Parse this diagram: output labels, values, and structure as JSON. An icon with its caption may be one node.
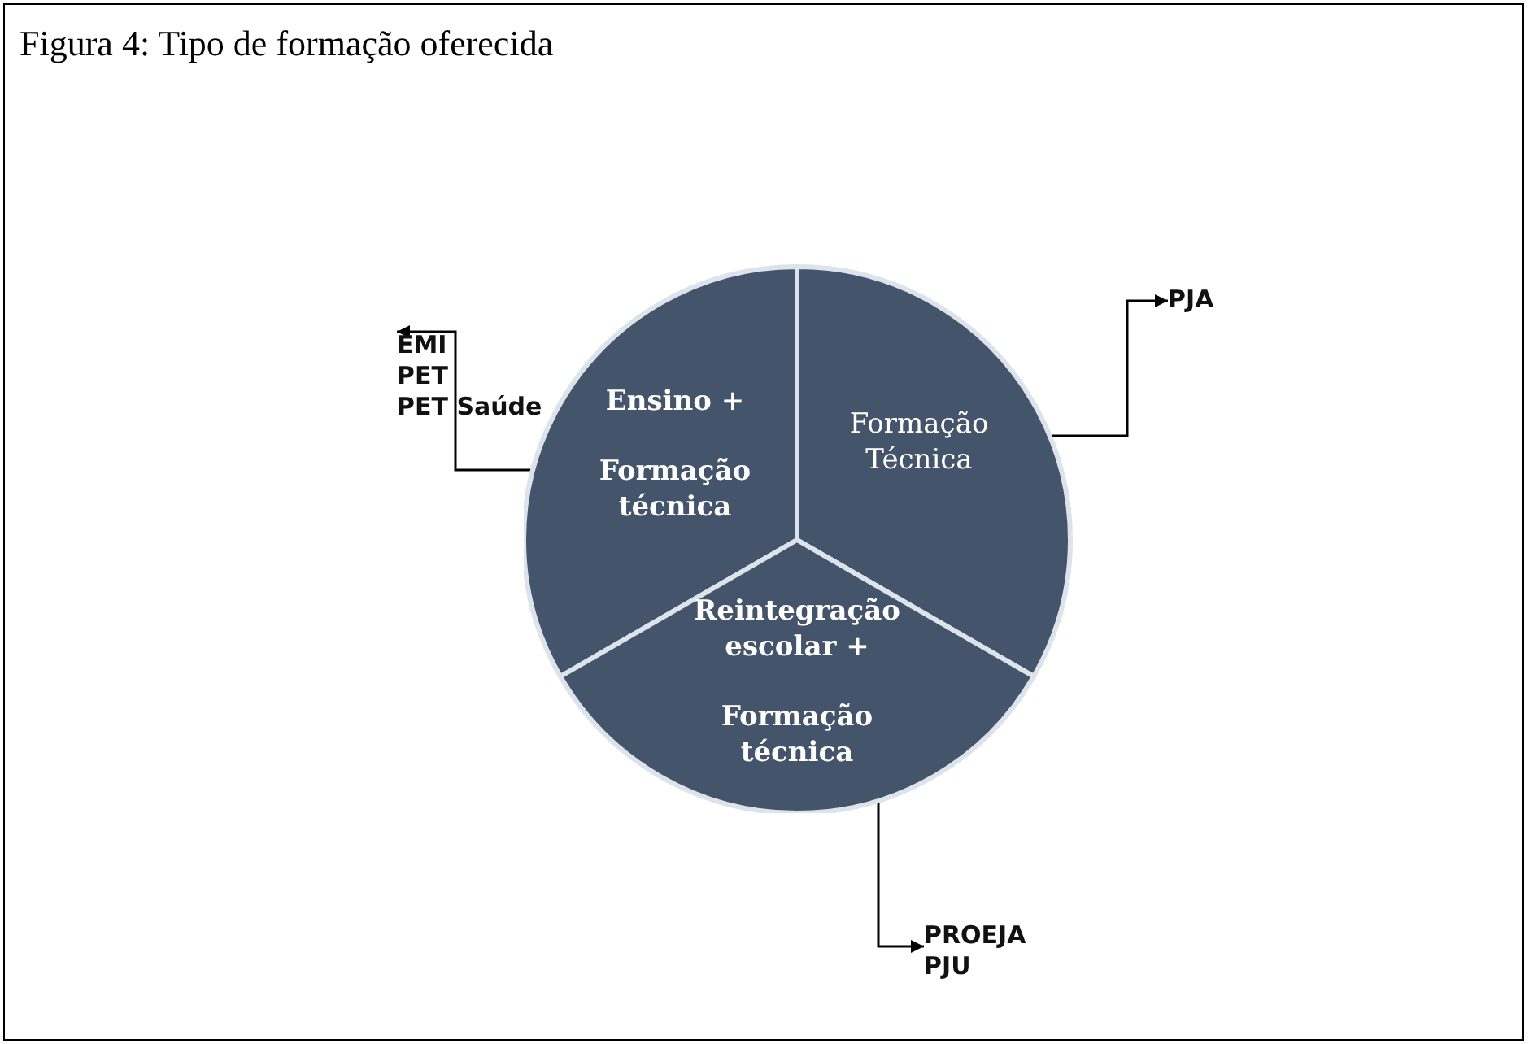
{
  "diagram": {
    "title": "Figura 4: Tipo de formação oferecida",
    "nodes": [
      {
        "text": [
          "Ensino +",
          "Formação técnica"
        ]
      },
      {
        "text": [
          "Formação Técnica"
        ]
      },
      {
        "text": [
          "Reintegração escolar +",
          "Formação técnica"
        ]
      },
      {
        "text": [
          "EMI",
          "PET",
          "PET Saúde"
        ]
      },
      {
        "text": [
          "PJA"
        ]
      },
      {
        "text": [
          "PROEJA",
          "PJU"
        ]
      }
    ],
    "edges": [
      {
        "from": 0,
        "to": 3,
        "arrow": "to"
      },
      {
        "from": 1,
        "to": 4,
        "arrow": "to"
      },
      {
        "from": 2,
        "to": 5,
        "arrow": "to"
      }
    ]
  }
}
